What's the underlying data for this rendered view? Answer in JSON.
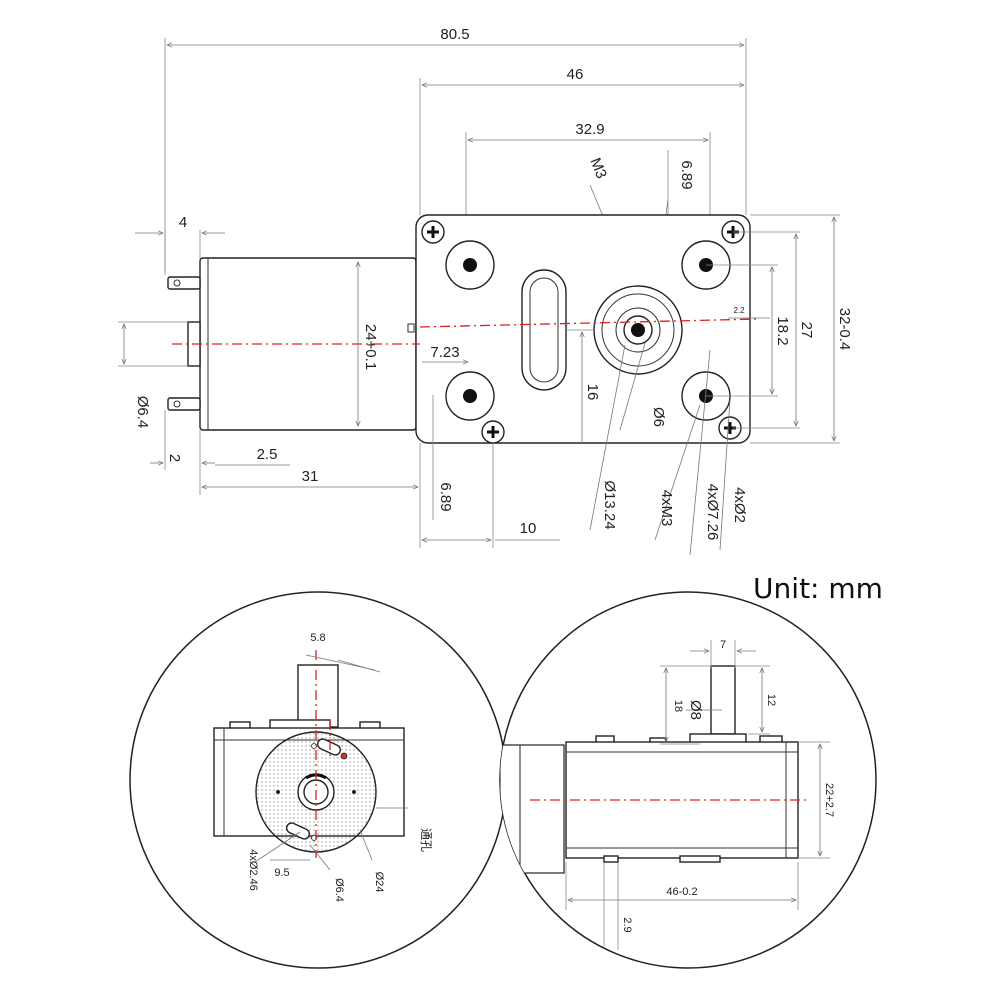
{
  "unit_label": "Unit: mm",
  "top_view": {
    "dims": {
      "overall_length": "80.5",
      "gearbox_length": "46",
      "hole_spacing_x": "32.9",
      "screw_m3": "M3",
      "offset_6_89_top": "6.89",
      "terminal_4": "4",
      "motor_dia": "24+0.1",
      "offset_7_23": "7.23",
      "shaft_dia": "Ø6.4",
      "dim_2": "2",
      "dim_2_5": "2.5",
      "motor_length": "31",
      "offset_6_89_bottom": "6.89",
      "dim_10": "10",
      "dim_16": "16",
      "boss_dia": "Ø13.24",
      "shaft_6": "Ø6",
      "holes_m3": "4xM3",
      "holes_7_26": "4xØ7.26",
      "holes_2": "4xØ2",
      "dim_2_2": "2.2",
      "dim_18_2": "18.2",
      "dim_27": "27",
      "height_32": "32-0.4"
    }
  },
  "end_view": {
    "dims": {
      "dim_5_8": "5.8",
      "holes_2_46": "4xØ2.46",
      "dim_9_5": "9.5",
      "dia_6_4": "Ø6.4",
      "dia_24": "Ø24",
      "vent_label": "通孔"
    }
  },
  "side_view": {
    "dims": {
      "dim_7": "7",
      "dim_18": "18",
      "shaft_8": "Ø8",
      "dim_12": "12",
      "height_22": "22+2.7",
      "length_46": "46-0.2",
      "dim_2_9": "2.9"
    }
  }
}
